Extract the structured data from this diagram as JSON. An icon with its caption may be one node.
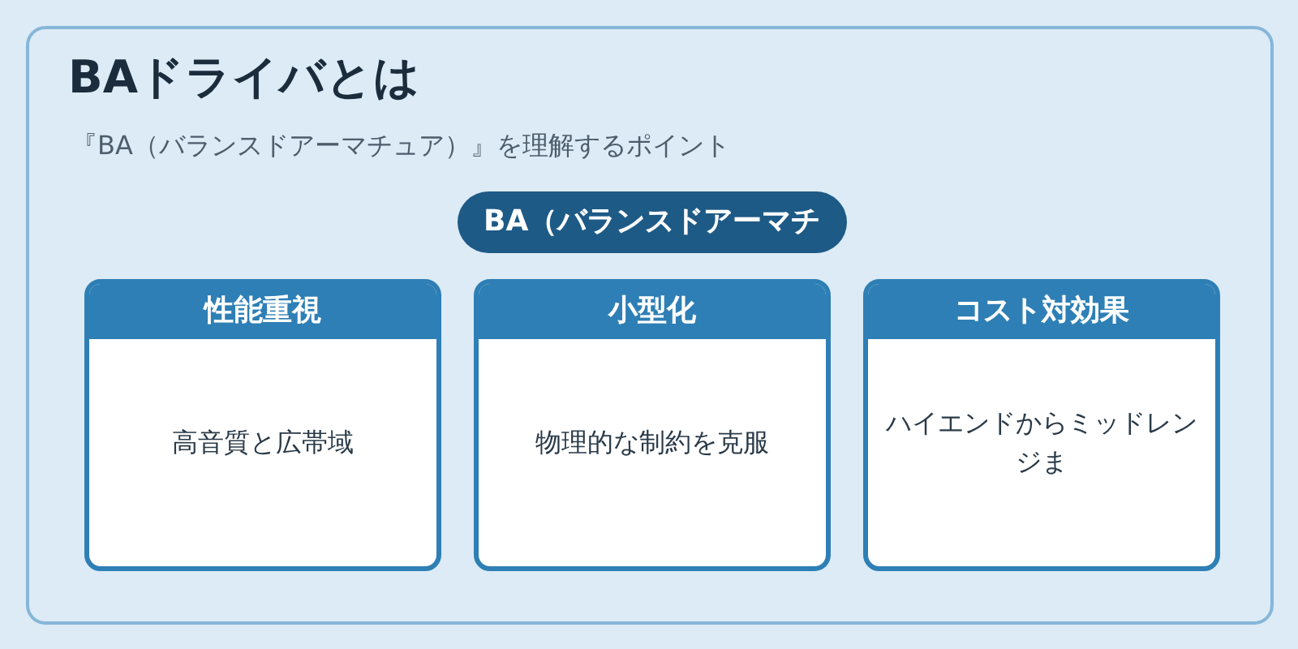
{
  "diagram": {
    "nodes": [
      {
        "text": [
          "BAドライバとは",
          "『BA（バランスドアーマチュア）』を理解するポイント"
        ]
      },
      {
        "text": [
          "BA（バランスドアーマチ"
        ],
        "in": 0
      },
      {
        "text": [
          "性能重視",
          "高音質と広帯域"
        ],
        "in": 0
      },
      {
        "text": [
          "小型化",
          "物理的な制約を克服"
        ],
        "in": 0
      },
      {
        "text": [
          "コスト対効果",
          "ハイエンドからミッドレンジま"
        ],
        "in": 0
      }
    ]
  }
}
